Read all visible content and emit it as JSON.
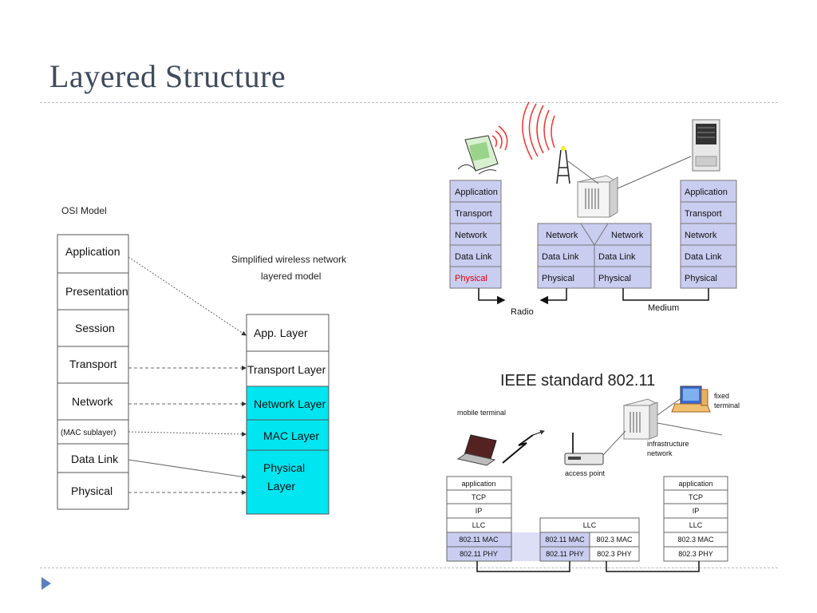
{
  "slide": {
    "title": "Layered Structure"
  },
  "osi": {
    "caption": "OSI Model",
    "layers": [
      "Application",
      "Presentation",
      "Session",
      "Transport",
      "Network",
      "(MAC sublayer)",
      "Data Link",
      "Physical"
    ]
  },
  "simplified": {
    "caption_line1": "Simplified wireless network",
    "caption_line2": "layered model",
    "layers": [
      "App. Layer",
      "Transport Layer",
      "Network Layer",
      "MAC Layer",
      "Physical",
      "Layer"
    ],
    "highlight_color": "#00e5f0"
  },
  "stack_diagram": {
    "left_stack": [
      "Application",
      "Transport",
      "Network",
      "Data Link",
      "Physical"
    ],
    "left_physical_color": "#e00000",
    "middle_top": [
      "Network",
      "Network"
    ],
    "middle_left": [
      "Data Link",
      "Physical"
    ],
    "middle_right": [
      "Data Link",
      "Physical"
    ],
    "right_stack": [
      "Application",
      "Transport",
      "Network",
      "Data Link",
      "Physical"
    ],
    "radio_label": "Radio",
    "medium_label": "Medium",
    "cell_color": "#c9cdf0"
  },
  "ieee": {
    "title": "IEEE standard 802.11",
    "mobile_terminal": "mobile terminal",
    "fixed_terminal_line1": "fixed",
    "fixed_terminal_line2": "terminal",
    "infrastructure_line1": "infrastructure",
    "infrastructure_line2": "network",
    "access_point": "access point",
    "left_stack": [
      "application",
      "TCP",
      "IP",
      "LLC",
      "802.11 MAC",
      "802.11 PHY"
    ],
    "middle_llc": "LLC",
    "middle_left": [
      "802.11 MAC",
      "802.11 PHY"
    ],
    "middle_right": [
      "802.3 MAC",
      "802.3 PHY"
    ],
    "right_stack": [
      "application",
      "TCP",
      "IP",
      "LLC",
      "802.3 MAC",
      "802.3 PHY"
    ],
    "cell_color": "#c9cdf0"
  }
}
